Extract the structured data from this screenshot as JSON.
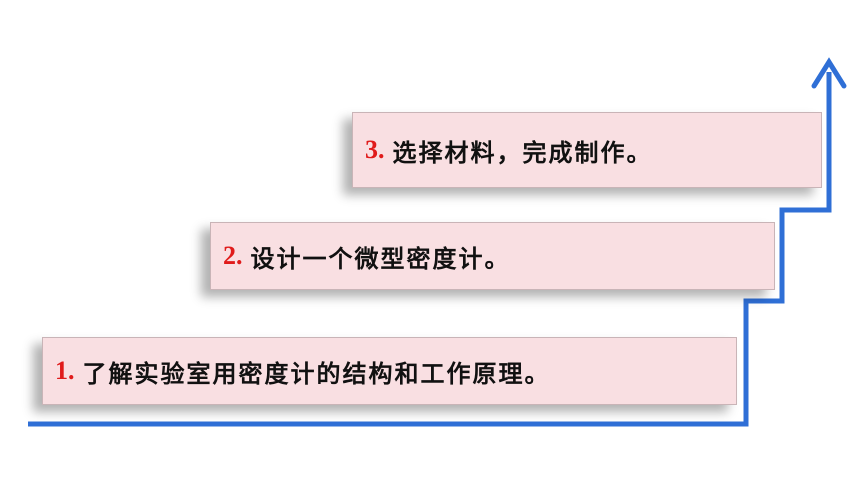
{
  "steps": [
    {
      "number": "1.",
      "text": "了解实验室用密度计的结构和工作原理。"
    },
    {
      "number": "2.",
      "text": "设计一个微型密度计。"
    },
    {
      "number": "3.",
      "text": "选择材料，完成制作。"
    }
  ],
  "colors": {
    "arrow": "#2f6fd6",
    "box_fill": "#f9dfe2",
    "number": "#e01b1b"
  },
  "icons": {
    "arrow_head": "up-arrow-icon"
  }
}
